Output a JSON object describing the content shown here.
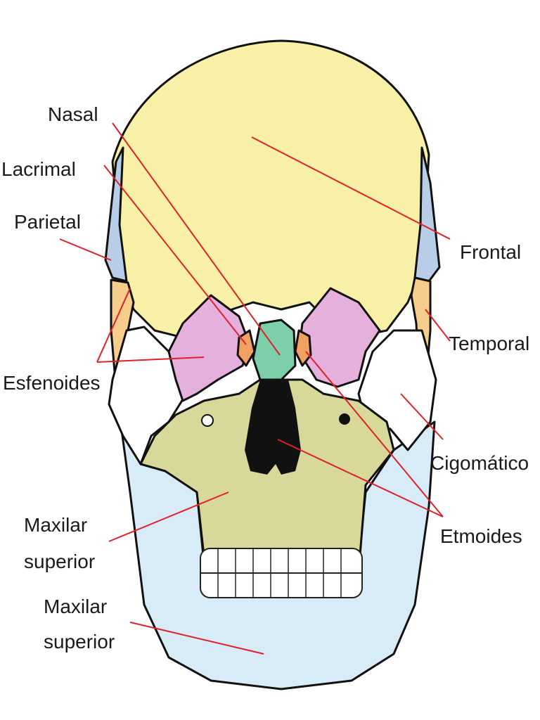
{
  "labels": {
    "nasal": "Nasal",
    "lacrimal": "Lacrimal",
    "parietal": "Parietal",
    "esfenoides": "Esfenoides",
    "maxilar_superior_1_line1": "Maxilar",
    "maxilar_superior_1_line2": "superior",
    "maxilar_superior_2_line1": "Maxilar",
    "maxilar_superior_2_line2": "superior",
    "frontal": "Frontal",
    "temporal": "Temporal",
    "cigomatico": "Cigomático",
    "etmoides": "Etmoides"
  },
  "colors": {
    "frontal": "#f7f0a6",
    "parietal": "#b8cde8",
    "temporal": "#f6cd8a",
    "esfenoides": "#e6b0dc",
    "cigomatico": "#ffffff",
    "maxilar": "#d8d89a",
    "mandibula": "#d8ecf8",
    "nasal": "#7ccfa8",
    "lacrimal": "#f0a060",
    "leader_lines": "#e0202a"
  }
}
